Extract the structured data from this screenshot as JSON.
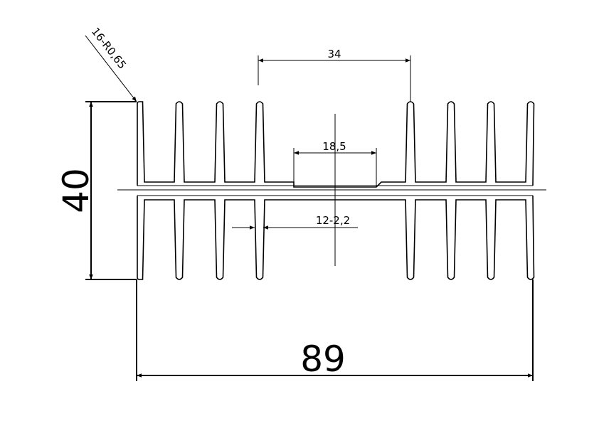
{
  "dimensions": {
    "top_width": "34",
    "center_width": "18,5",
    "fin_spec": "12-2,2",
    "height": "40",
    "overall_width": "89",
    "corner_radius": "16-R0,65"
  },
  "colors": {
    "line": "#000000",
    "background": "#ffffff"
  }
}
